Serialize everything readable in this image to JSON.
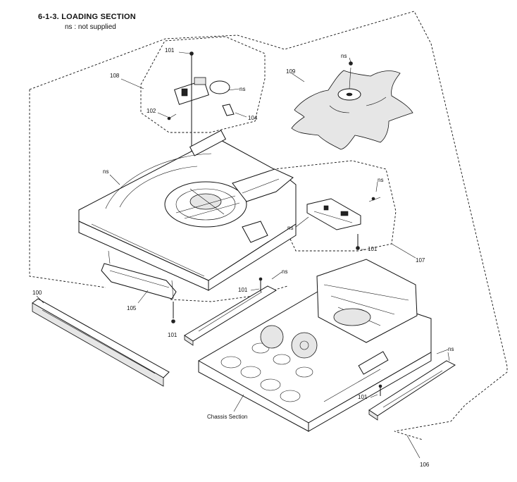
{
  "header": {
    "title": "6-1-3. LOADING SECTION",
    "subtitle": "ns : not supplied"
  },
  "labels": {
    "p100": "100",
    "p101a": "101",
    "p101b": "101",
    "p101c": "101",
    "p101d": "101",
    "p101e": "101",
    "p102": "102",
    "p104": "104",
    "p105": "105",
    "p106": "106",
    "p107": "107",
    "p108": "108",
    "p109": "109",
    "ns_tray": "ns",
    "ns_motor": "ns",
    "ns_gear": "ns",
    "ns_board_left": "ns",
    "ns_board_right": "ns",
    "ns_rail_left": "ns",
    "ns_rail_right": "ns",
    "chassis": "Chassis Section"
  }
}
